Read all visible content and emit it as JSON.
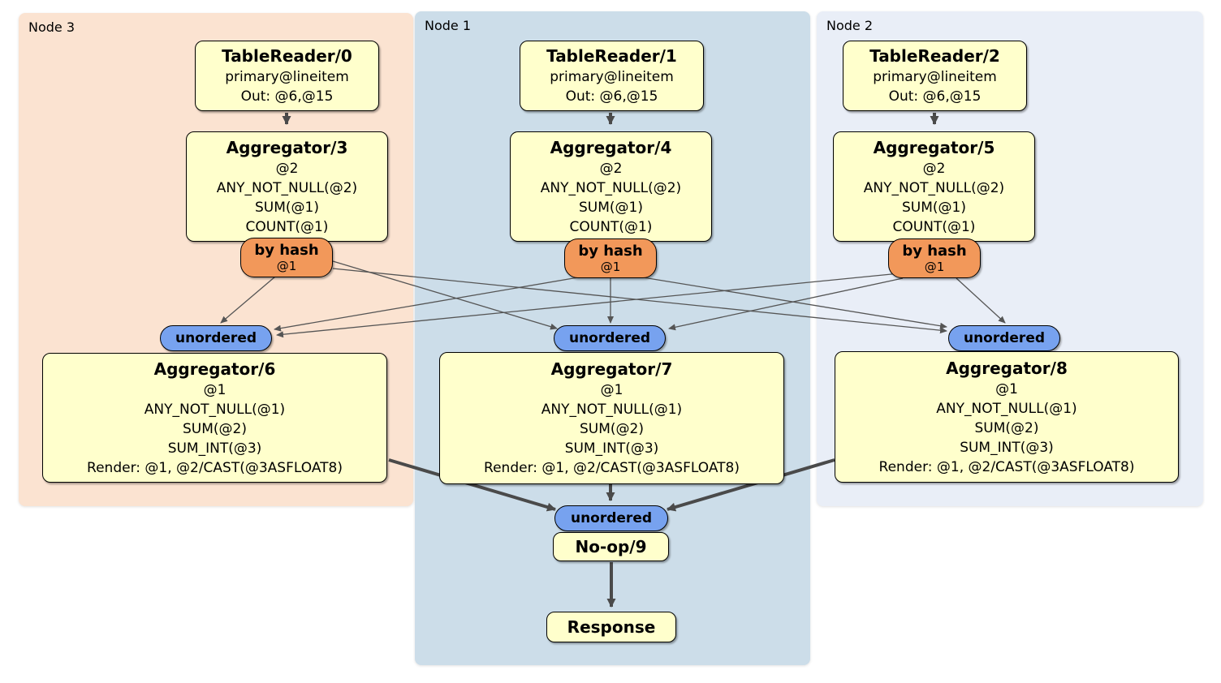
{
  "colors": {
    "group3-bg": "#FBE3D1",
    "group1-bg": "#CCDDE9",
    "group2-bg": "#E9EEF7",
    "box-bg": "#FFFFCC",
    "router-bg": "#F2985A",
    "sync-bg": "#77A2EF",
    "edge-thin": "#555555",
    "edge-thick": "#4A4A4A",
    "border": "#000000"
  },
  "groups": {
    "node3": {
      "label": "Node 3"
    },
    "node1": {
      "label": "Node 1"
    },
    "node2": {
      "label": "Node 2"
    }
  },
  "nodes": {
    "tr0": {
      "title": "TableReader/0",
      "lines": [
        "primary@lineitem",
        "Out: @6,@15"
      ]
    },
    "tr1": {
      "title": "TableReader/1",
      "lines": [
        "primary@lineitem",
        "Out: @6,@15"
      ]
    },
    "tr2": {
      "title": "TableReader/2",
      "lines": [
        "primary@lineitem",
        "Out: @6,@15"
      ]
    },
    "agg3": {
      "title": "Aggregator/3",
      "lines": [
        "@2",
        "ANY_NOT_NULL(@2)",
        "SUM(@1)",
        "COUNT(@1)"
      ]
    },
    "agg4": {
      "title": "Aggregator/4",
      "lines": [
        "@2",
        "ANY_NOT_NULL(@2)",
        "SUM(@1)",
        "COUNT(@1)"
      ]
    },
    "agg5": {
      "title": "Aggregator/5",
      "lines": [
        "@2",
        "ANY_NOT_NULL(@2)",
        "SUM(@1)",
        "COUNT(@1)"
      ]
    },
    "router3": {
      "label": "by hash",
      "detail": "@1"
    },
    "router4": {
      "label": "by hash",
      "detail": "@1"
    },
    "router5": {
      "label": "by hash",
      "detail": "@1"
    },
    "sync6": {
      "label": "unordered"
    },
    "sync7": {
      "label": "unordered"
    },
    "sync8": {
      "label": "unordered"
    },
    "agg6": {
      "title": "Aggregator/6",
      "lines": [
        "@1",
        "ANY_NOT_NULL(@1)",
        "SUM(@2)",
        "SUM_INT(@3)",
        "Render: @1, @2/CAST(@3ASFLOAT8)"
      ]
    },
    "agg7": {
      "title": "Aggregator/7",
      "lines": [
        "@1",
        "ANY_NOT_NULL(@1)",
        "SUM(@2)",
        "SUM_INT(@3)",
        "Render: @1, @2/CAST(@3ASFLOAT8)"
      ]
    },
    "agg8": {
      "title": "Aggregator/8",
      "lines": [
        "@1",
        "ANY_NOT_NULL(@1)",
        "SUM(@2)",
        "SUM_INT(@3)",
        "Render: @1, @2/CAST(@3ASFLOAT8)"
      ]
    },
    "sync9": {
      "label": "unordered"
    },
    "noop9": {
      "title": "No-op/9"
    },
    "response": {
      "title": "Response"
    }
  }
}
